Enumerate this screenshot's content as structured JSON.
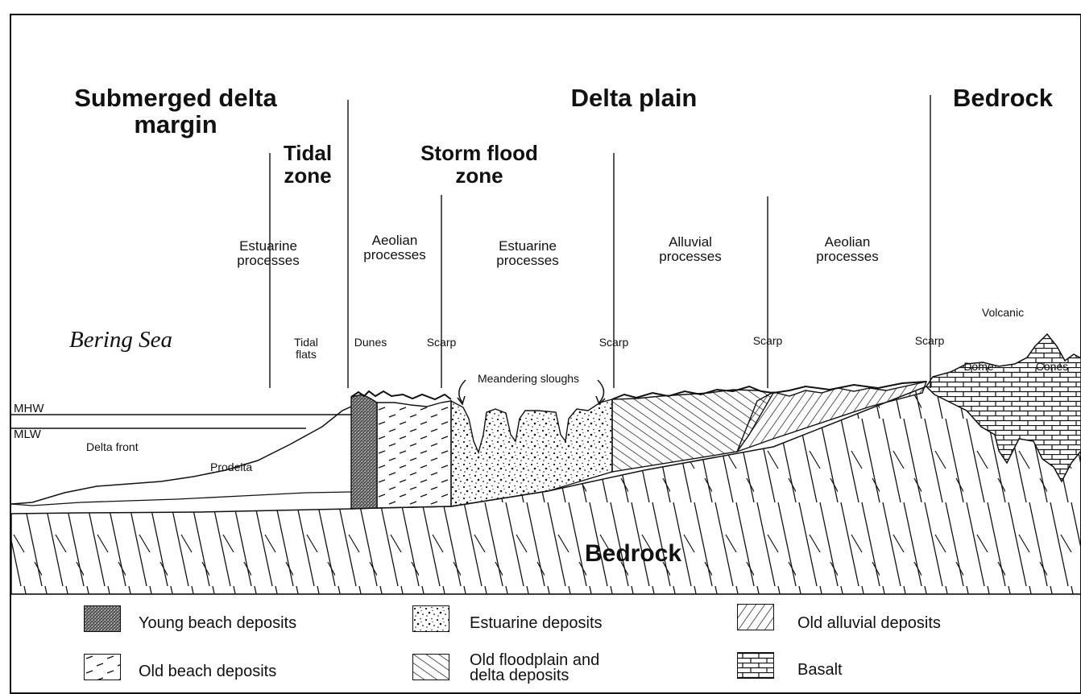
{
  "headers": {
    "submerged": "Submerged delta\nmargin",
    "delta_plain": "Delta plain",
    "bedrock": "Bedrock",
    "tidal_zone": "Tidal\nzone",
    "storm_zone": "Storm flood\nzone"
  },
  "processes": {
    "estuarine_left": "Estuarine\nprocesses",
    "aeolian_left": "Aeolian\nprocesses",
    "estuarine_mid": "Estuarine\nprocesses",
    "alluvial": "Alluvial\nprocesses",
    "aeolian_right": "Aeolian\nprocesses"
  },
  "features": {
    "sea": "Bering Sea",
    "tidal_flats": "Tidal\nflats",
    "dunes": "Dunes",
    "scarp1": "Scarp",
    "scarp2": "Scarp",
    "scarp3": "Scarp",
    "scarp4": "Scarp",
    "volcanic": "Volcanic",
    "dome": "Dome",
    "cones": "Cones",
    "sloughs": "Meandering sloughs",
    "mhw": "MHW",
    "mlw": "MLW",
    "delta_front": "Delta front",
    "prodelta": "Prodelta",
    "bedrock_label": "Bedrock"
  },
  "legend": [
    {
      "pattern": "young-beach",
      "label": "Young beach deposits"
    },
    {
      "pattern": "estuarine",
      "label": "Estuarine deposits"
    },
    {
      "pattern": "old-alluvial",
      "label": "Old alluvial deposits"
    },
    {
      "pattern": "old-beach",
      "label": "Old beach deposits"
    },
    {
      "pattern": "old-floodplain",
      "label": "Old floodplain and\ndelta deposits"
    },
    {
      "pattern": "basalt",
      "label": "Basalt"
    }
  ]
}
